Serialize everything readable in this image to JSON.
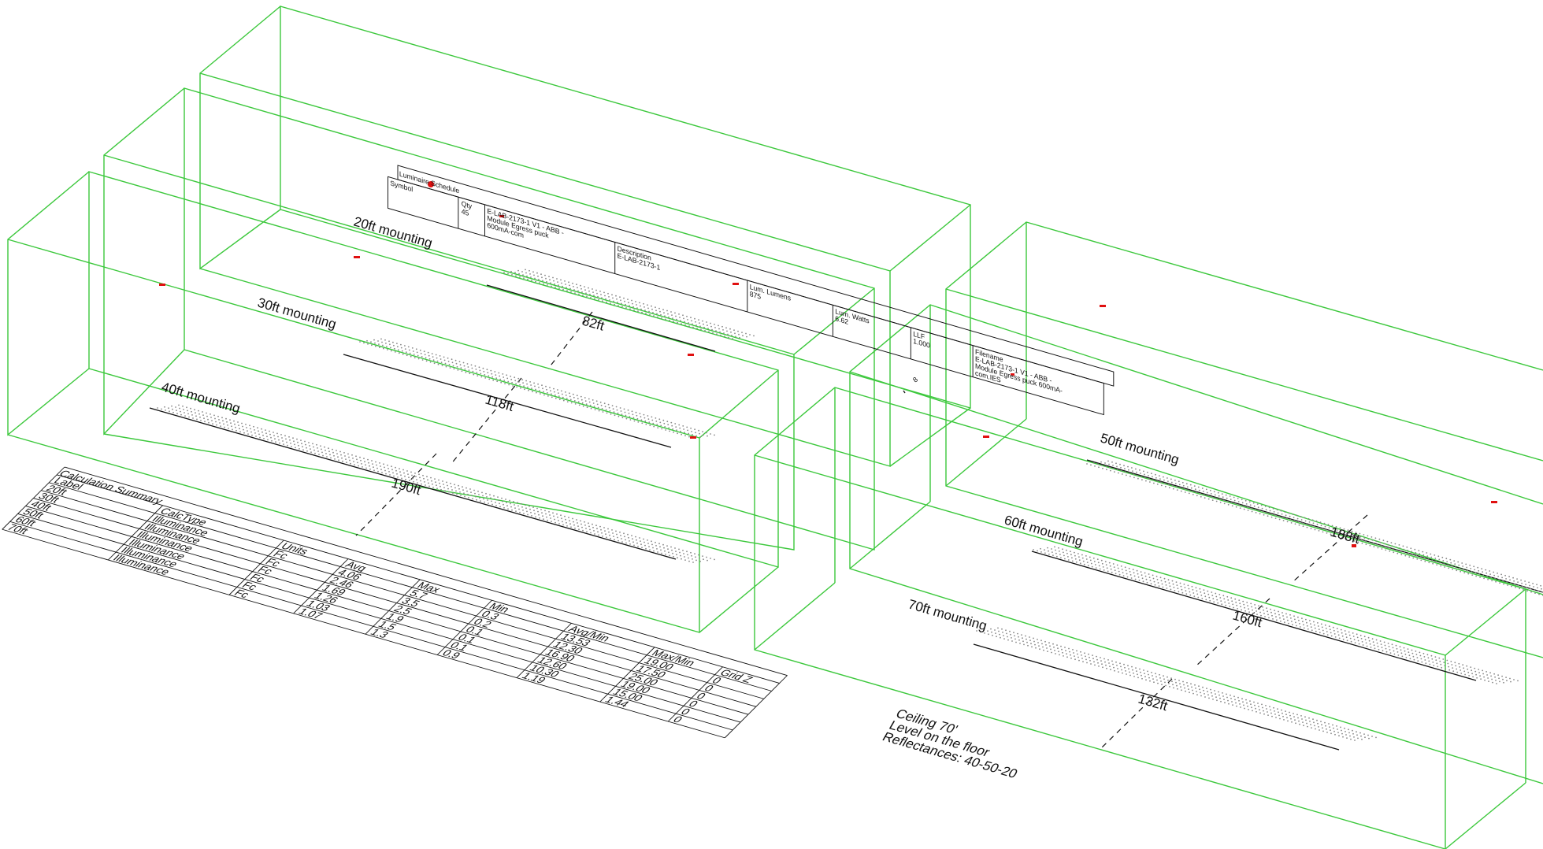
{
  "rooms": [
    {
      "mount_label": "20ft mounting",
      "dim_label": "82ft"
    },
    {
      "mount_label": "30ft mounting",
      "dim_label": "118ft"
    },
    {
      "mount_label": "40ft mounting",
      "dim_label": "190ft"
    },
    {
      "mount_label": "50ft mounting",
      "dim_label": "188ft"
    },
    {
      "mount_label": "60ft mounting",
      "dim_label": "160ft"
    },
    {
      "mount_label": "70ft mounting",
      "dim_label": "132ft"
    }
  ],
  "luminaire_schedule": {
    "title": "Luminaire Schedule",
    "symbol_header": "Symbol",
    "qty_header": "Qty",
    "qty": "45",
    "label_text": "E-LAB-2173-1 V1 - ABB -",
    "label_text_2": "Module Egress puck",
    "label_text_3": "600mA-com",
    "desc_header": "Description",
    "desc_value": "E-LAB-2173-1",
    "lumens_header": "Lum. Lumens",
    "lumens_value": "875",
    "watts_header": "Lum. Watts",
    "watts_value": "6.62",
    "llf_header": "LLF",
    "llf_value": "1.000",
    "filename_header": "Filename",
    "filename_value": "E-LAB-2173-1 V1 - ABB -",
    "filename_value_2": "Module Egress puck 600mA-",
    "filename_value_3": "com.IES"
  },
  "small_mark": "8",
  "calc_summary": {
    "title": "Calculation Summary",
    "headers": [
      "Label",
      "CalcType",
      "Units",
      "Avg",
      "Max",
      "Min",
      "Avg/Min",
      "Max/Min",
      "Grid Z"
    ],
    "rows": [
      [
        "20ft",
        "Illuminance",
        "Fc",
        "4.06",
        "5.7",
        "0.3",
        "13.53",
        "19.00",
        "0"
      ],
      [
        "30ft",
        "Illuminance",
        "Fc",
        "2.46",
        "3.5",
        "0.2",
        "12.30",
        "17.50",
        "0"
      ],
      [
        "40ft",
        "Illuminance",
        "Fc",
        "1.69",
        "2.5",
        "0.1",
        "16.90",
        "25.00",
        "0"
      ],
      [
        "50ft",
        "Illuminance",
        "Fc",
        "1.26",
        "1.9",
        "0.1",
        "12.60",
        "19.00",
        "0"
      ],
      [
        "60ft",
        "Illuminance",
        "Fc",
        "1.03",
        "1.5",
        "0.1",
        "10.30",
        "15.00",
        "0"
      ],
      [
        "70ft",
        "Illuminance",
        "Fc",
        "1.07",
        "1.3",
        "0.9",
        "1.19",
        "1.44",
        "0"
      ]
    ]
  },
  "notes": [
    "Ceiling 70'",
    "Level on the floor",
    "Reflectances: 40-50-20"
  ]
}
